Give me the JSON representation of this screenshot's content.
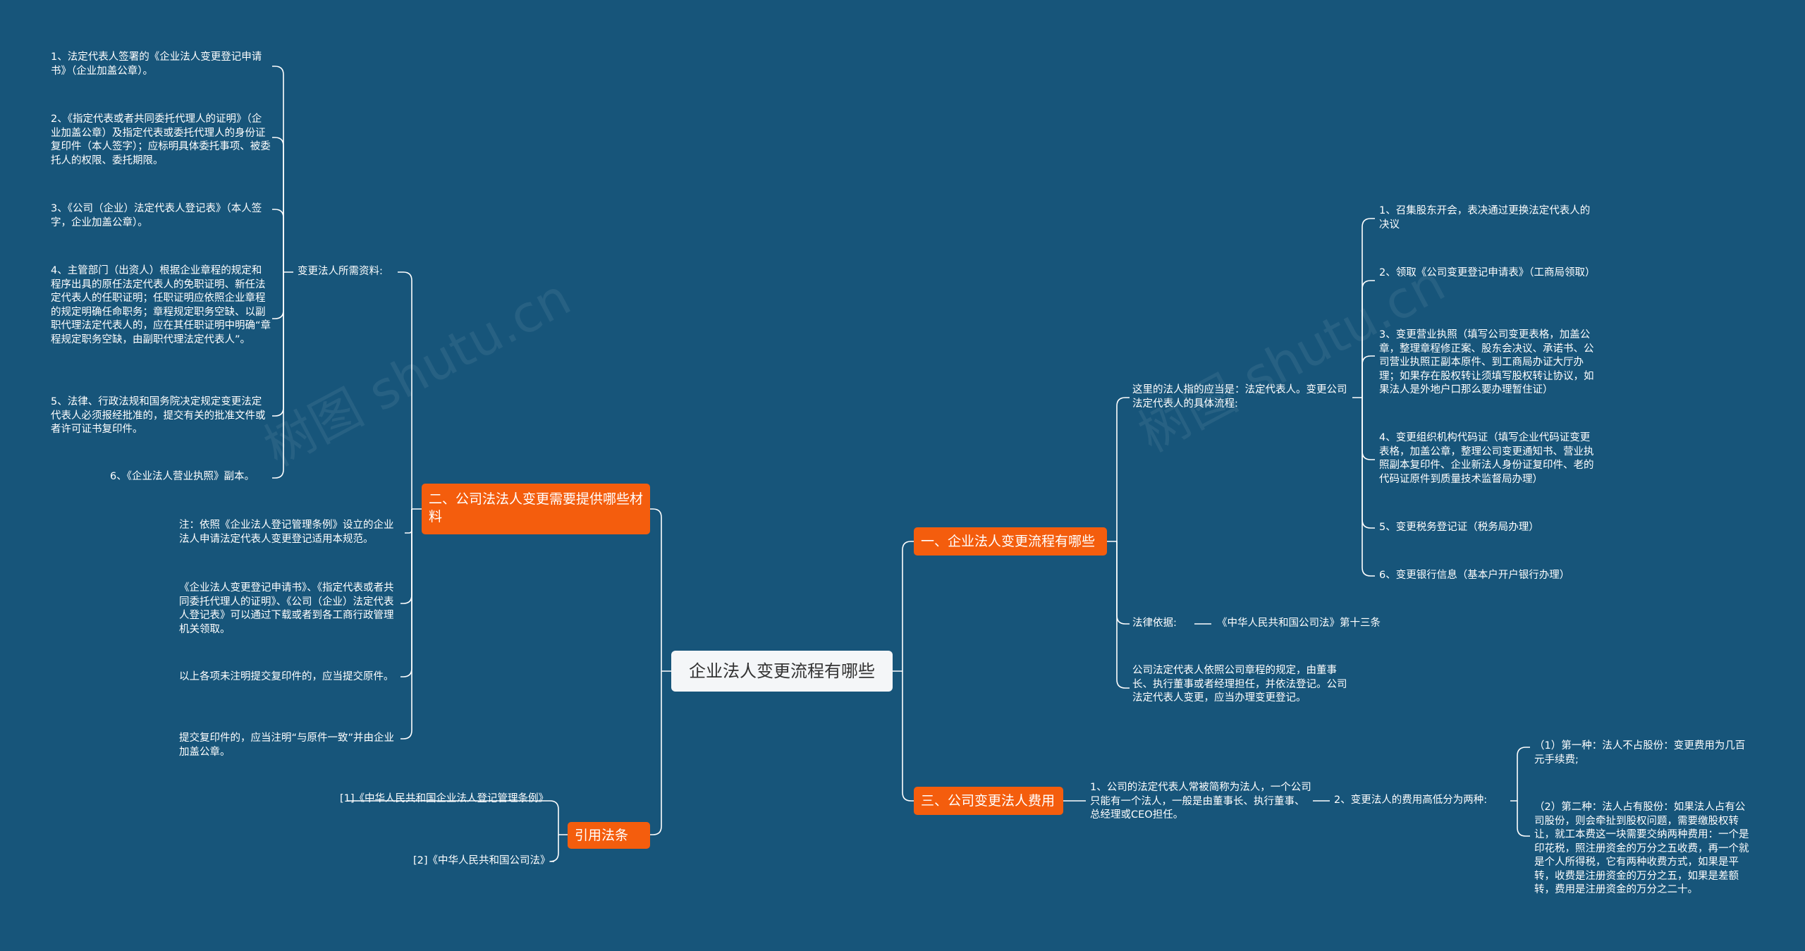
{
  "watermark": "树图 shutu.cn",
  "root": "企业法人变更流程有哪些",
  "left_branch": {
    "hub": "二、公司法法人变更需要提供哪些材料",
    "group_label": "变更法人所需资料:",
    "materials": [
      "1、法定代表人签署的《企业法人变更登记申请书》（企业加盖公章）。",
      "2、《指定代表或者共同委托代理人的证明》（企业加盖公章）及指定代表或委托代理人的身份证复印件（本人签字）；应标明具体委托事项、被委托人的权限、委托期限。",
      "3、《公司（企业）法定代表人登记表》（本人签字，企业加盖公章）。",
      "4、主管部门（出资人）根据企业章程的规定和程序出具的原任法定代表人的免职证明、新任法定代表人的任职证明；任职证明应依照企业章程的规定明确任命职务；章程规定职务空缺、以副职代理法定代表人的，应在其任职证明中明确“章程规定职务空缺，由副职代理法定代表人”。",
      "5、法律、行政法规和国务院决定规定变更法定代表人必须报经批准的，提交有关的批准文件或者许可证书复印件。",
      "6、《企业法人营业执照》副本。"
    ],
    "notes": [
      "注：依照《企业法人登记管理条例》设立的企业法人申请法定代表人变更登记适用本规范。",
      "《企业法人变更登记申请书》、《指定代表或者共同委托代理人的证明》、《公司（企业）法定代表人登记表》可以通过下载或者到各工商行政管理机关领取。",
      "以上各项未注明提交复印件的，应当提交原件。",
      "提交复印件的，应当注明“与原件一致”并由企业加盖公章。"
    ]
  },
  "citation_branch": {
    "hub": "引用法条",
    "items": [
      "[1]《中华人民共和国企业法人登记管理条例》",
      "[2]《中华人民共和国公司法》"
    ]
  },
  "right_branch_1": {
    "hub": "一、企业法人变更流程有哪些",
    "intro": "这里的法人指的应当是：法定代表人。变更公司法定代表人的具体流程:",
    "steps": [
      "1、召集股东开会，表决通过更换法定代表人的决议",
      "2、领取《公司变更登记申请表》（工商局领取）",
      "3、变更营业执照（填写公司变更表格，加盖公章，整理章程修正案、股东会决议、承诺书、公司营业执照正副本原件、到工商局办证大厅办理；如果存在股权转让须填写股权转让协议，如果法人是外地户口那么要办理暂住证）",
      "4、变更组织机构代码证（填写企业代码证变更表格，加盖公章，整理公司变更通知书、营业执照副本复印件、企业新法人身份证复印件、老的代码证原件到质量技术监督局办理）",
      "5、变更税务登记证（税务局办理）",
      "6、变更银行信息（基本户开户银行办理）"
    ],
    "legal_basis_label": "法律依据:",
    "legal_basis_value": "《中华人民共和国公司法》第十三条",
    "note": "公司法定代表人依照公司章程的规定，由董事长、执行董事或者经理担任，并依法登记。公司法定代表人变更，应当办理变更登记。"
  },
  "right_branch_3": {
    "hub": "三、公司变更法人费用",
    "item1": "1、公司的法定代表人常被简称为法人，一个公司只能有一个法人，一般是由董事长、执行董事、总经理或CEO担任。",
    "item2": "2、变更法人的费用高低分为两种:",
    "fees": [
      "（1）第一种：法人不占股份：变更费用为几百元手续费;",
      "（2）第二种：法人占有股份：如果法人占有公司股份，则会牵扯到股权问题，需要缴股权转让，就工本费这一块需要交纳两种费用：一个是印花税，照注册资金的万分之五收费，再一个就是个人所得税，它有两种收费方式，如果是平转，收费是注册资金的万分之五，如果是差额转，费用是注册资金的万分之二十。"
    ]
  }
}
